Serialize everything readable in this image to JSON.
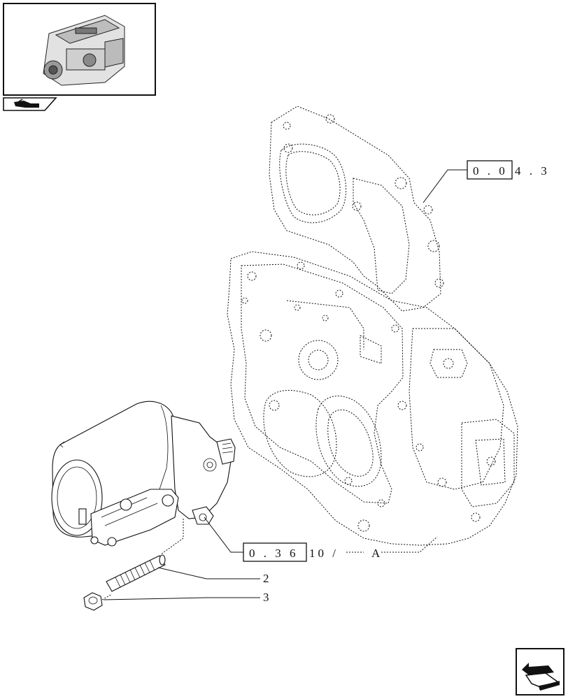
{
  "callouts": {
    "ref_top": {
      "boxed": "0 . 0",
      "rest": "4 . 3"
    },
    "ref_mid": {
      "boxed": "0 . 3 6",
      "rest": "10 /",
      "suffix": "A"
    },
    "item_2": "2",
    "item_3": "3"
  },
  "icons": {
    "thumbnail": "engine-thumbnail-icon",
    "tab": "hand-pointer-icon",
    "nav": "next-page-arrow-icon"
  }
}
